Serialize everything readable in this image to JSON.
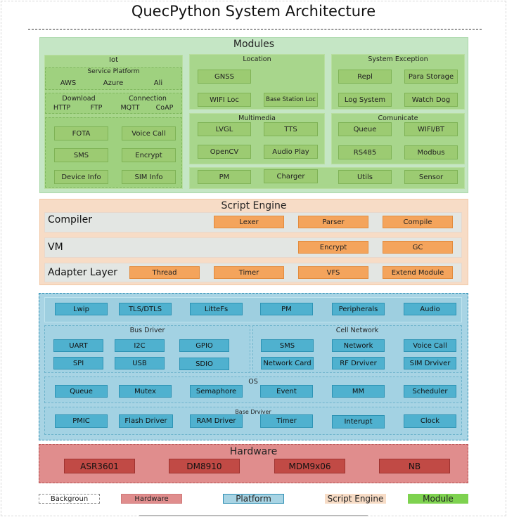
{
  "title": "QuecPython System Architecture",
  "modules": {
    "header": "Modules",
    "iot": {
      "header": "Iot",
      "service_platform": "Service Platform",
      "services": [
        "AWS",
        "Azure",
        "Ali"
      ],
      "download": "Download",
      "connection": "Connection",
      "protocols": [
        "HTTP",
        "FTP",
        "MQTT",
        "CoAP"
      ],
      "features": [
        "FOTA",
        "Voice Call",
        "SMS",
        "Encrypt",
        "Device Info",
        "SIM Info"
      ]
    },
    "location": {
      "header": "Location",
      "items": [
        "GNSS",
        "WIFI Loc",
        "Base Station Loc"
      ]
    },
    "system_exception": {
      "header": "System Exception",
      "items": [
        "Repl",
        "Para Storage",
        "Log System",
        "Watch Dog"
      ]
    },
    "multimedia": {
      "header": "Multimedia",
      "items": [
        "LVGL",
        "TTS",
        "OpenCV",
        "Audio Play"
      ]
    },
    "communicate": {
      "header": "Comunicate",
      "items": [
        "Queue",
        "WIFI/BT",
        "RS485",
        "Modbus"
      ]
    },
    "misc": [
      "PM",
      "Charger",
      "Utils",
      "Sensor"
    ]
  },
  "script_engine": {
    "header": "Script Engine",
    "compiler": {
      "label": "Compiler",
      "items": [
        "Lexer",
        "Parser",
        "Compile"
      ]
    },
    "vm": {
      "label": "VM",
      "items": [
        "Encrypt",
        "GC"
      ]
    },
    "adapter": {
      "label": "Adapter Layer",
      "items": [
        "Thread",
        "Timer",
        "VFS",
        "Extend Module"
      ]
    }
  },
  "platform": {
    "top": [
      "Lwip",
      "TLS/DTLS",
      "LitteFs",
      "PM",
      "Peripherals",
      "Audio"
    ],
    "bus_driver": {
      "header": "Bus Driver",
      "items": [
        "UART",
        "I2C",
        "GPIO",
        "SPI",
        "USB",
        "SDIO"
      ]
    },
    "cell_network": {
      "header": "Cell Network",
      "items": [
        "SMS",
        "Network",
        "Voice Call",
        "Network Card",
        "RF Drviver",
        "SIM Drviver"
      ]
    },
    "os": {
      "header": "OS",
      "items": [
        "Queue",
        "Mutex",
        "Semaphore",
        "Event",
        "MM",
        "Scheduler"
      ]
    },
    "base_driver": {
      "header": "Base Drviver",
      "items": [
        "PMIC",
        "Flash Driver",
        "RAM Driver",
        "Timer",
        "Interupt",
        "Clock"
      ]
    }
  },
  "hardware": {
    "header": "Hardware",
    "items": [
      "ASR3601",
      "DM8910",
      "MDM9x06",
      "NB"
    ]
  },
  "legend": [
    "Backgroun",
    "Hardware",
    "Platform",
    "Script Engine",
    "Module"
  ]
}
